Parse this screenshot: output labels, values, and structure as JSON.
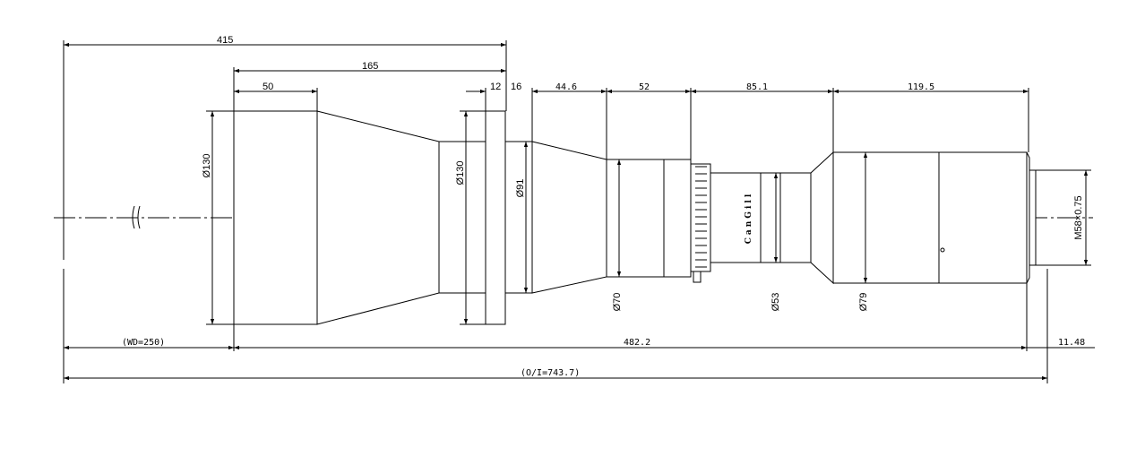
{
  "drawing": {
    "brand_text": "CanGill",
    "dimensions": {
      "total_front": "415",
      "front_section": "165",
      "front_taper": "50",
      "flange": "12",
      "flange_gap": "16",
      "cone": "44.6",
      "mid_barrel": "52",
      "thread_section": "85.1",
      "rear_barrel": "119.5",
      "dia_front": "Ø130",
      "dia_flange": "Ø130",
      "dia_cone": "Ø91",
      "dia_mid": "Ø70",
      "dia_neck": "Ø53",
      "dia_rear": "Ø79",
      "thread": "M58×0.75",
      "working_distance": "(WD=250)",
      "length": "482.2",
      "back_focus": "11.48",
      "object_image": "(O/I=743.7)"
    }
  }
}
